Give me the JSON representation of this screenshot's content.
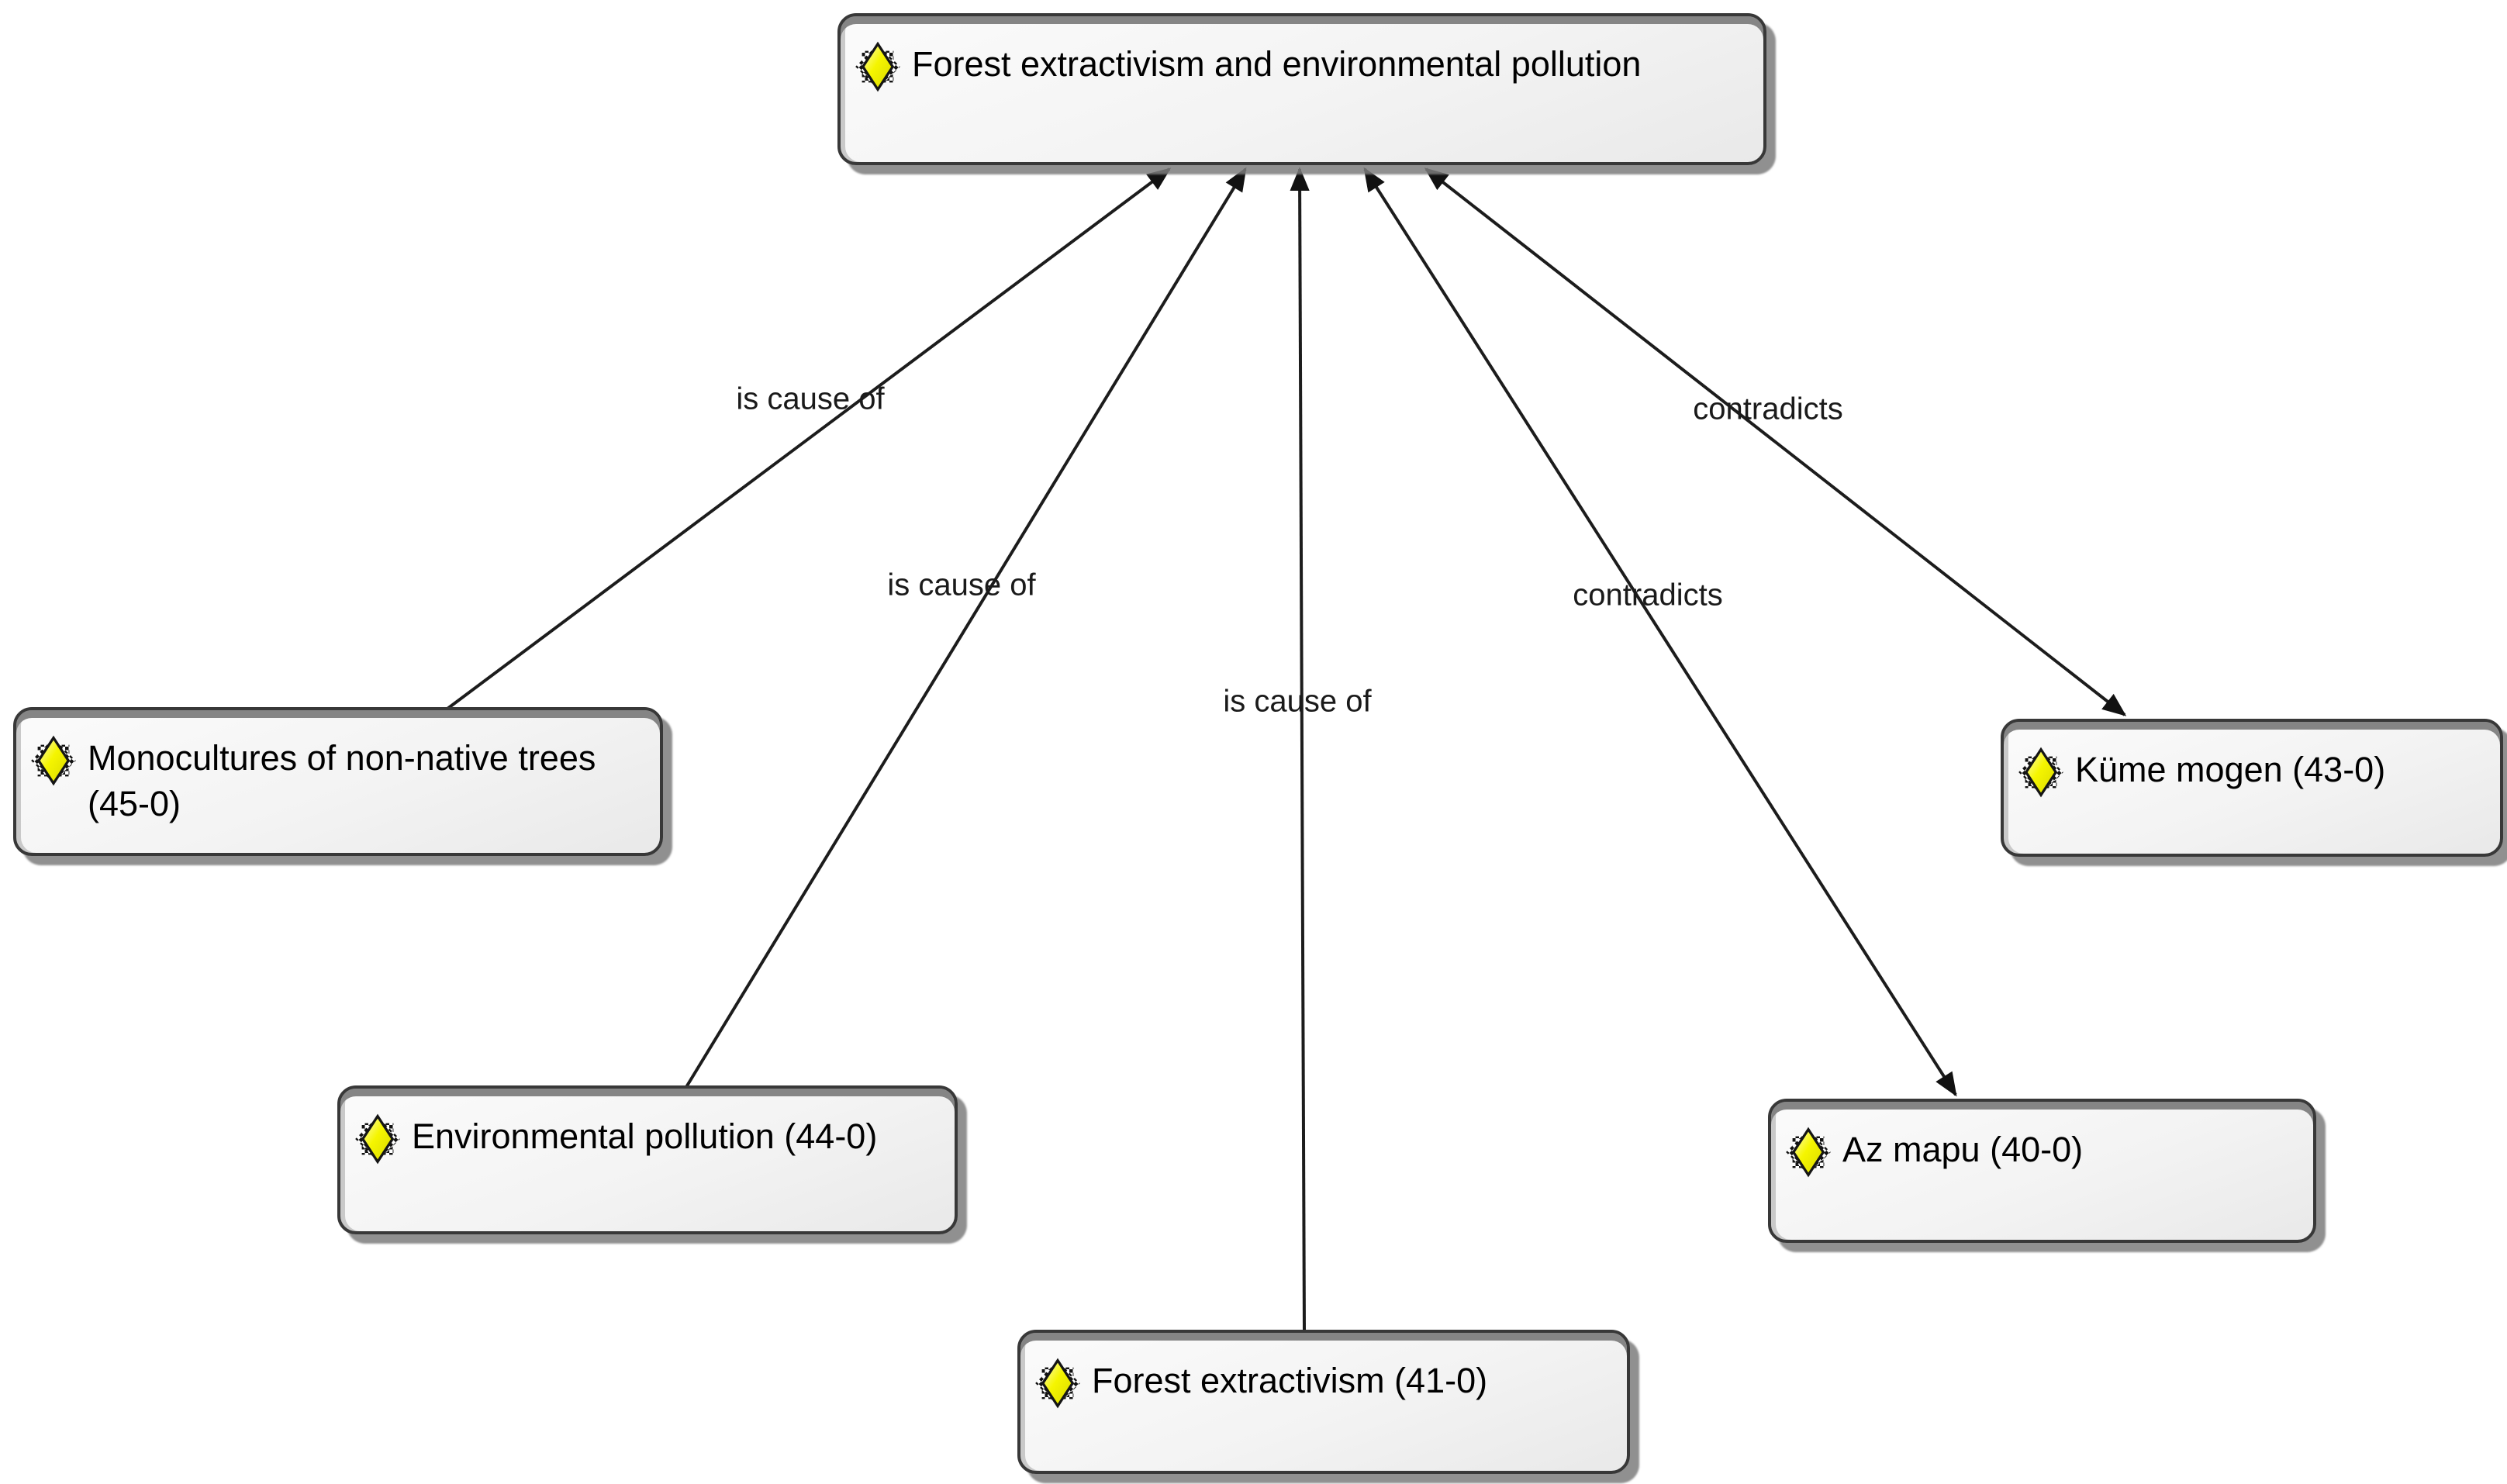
{
  "view": {
    "type": "concept-network-view",
    "background_color": "#ffffff"
  },
  "colors": {
    "node_fill": "#f3f3f3",
    "node_border": "#383838",
    "node_top_band": "#858585",
    "node_shadow": "#7d7d7d",
    "edge_line": "#1c1c1c",
    "icon_diamond_yellow": "#f0f000",
    "icon_checker_black": "#111111",
    "icon_checker_white": "#ffffff",
    "text": "#000000"
  },
  "nodes": [
    {
      "id": "forest-extractivism-and-environmental-pollution",
      "label": "Forest extractivism and environmental pollution",
      "icon": "code-diamond-icon"
    },
    {
      "id": "monocultures-of-non-native-trees",
      "label": "Monocultures of non-native trees (45-0)",
      "icon": "code-diamond-icon"
    },
    {
      "id": "environmental-pollution",
      "label": "Environmental pollution (44-0)",
      "icon": "code-diamond-icon"
    },
    {
      "id": "forest-extractivism",
      "label": "Forest extractivism (41-0)",
      "icon": "code-diamond-icon"
    },
    {
      "id": "kume-mogen",
      "label": "Küme mogen (43-0)",
      "icon": "code-diamond-icon"
    },
    {
      "id": "az-mapu",
      "label": "Az mapu (40-0)",
      "icon": "code-diamond-icon"
    }
  ],
  "edges": [
    {
      "from": "monocultures-of-non-native-trees",
      "to": "forest-extractivism-and-environmental-pollution",
      "label": "is cause of",
      "arrows": "end"
    },
    {
      "from": "environmental-pollution",
      "to": "forest-extractivism-and-environmental-pollution",
      "label": "is cause of",
      "arrows": "end"
    },
    {
      "from": "forest-extractivism",
      "to": "forest-extractivism-and-environmental-pollution",
      "label": "is cause of",
      "arrows": "end"
    },
    {
      "from": "forest-extractivism-and-environmental-pollution",
      "to": "az-mapu",
      "label": "contradicts",
      "arrows": "both"
    },
    {
      "from": "forest-extractivism-and-environmental-pollution",
      "to": "kume-mogen",
      "label": "contradicts",
      "arrows": "both"
    }
  ]
}
